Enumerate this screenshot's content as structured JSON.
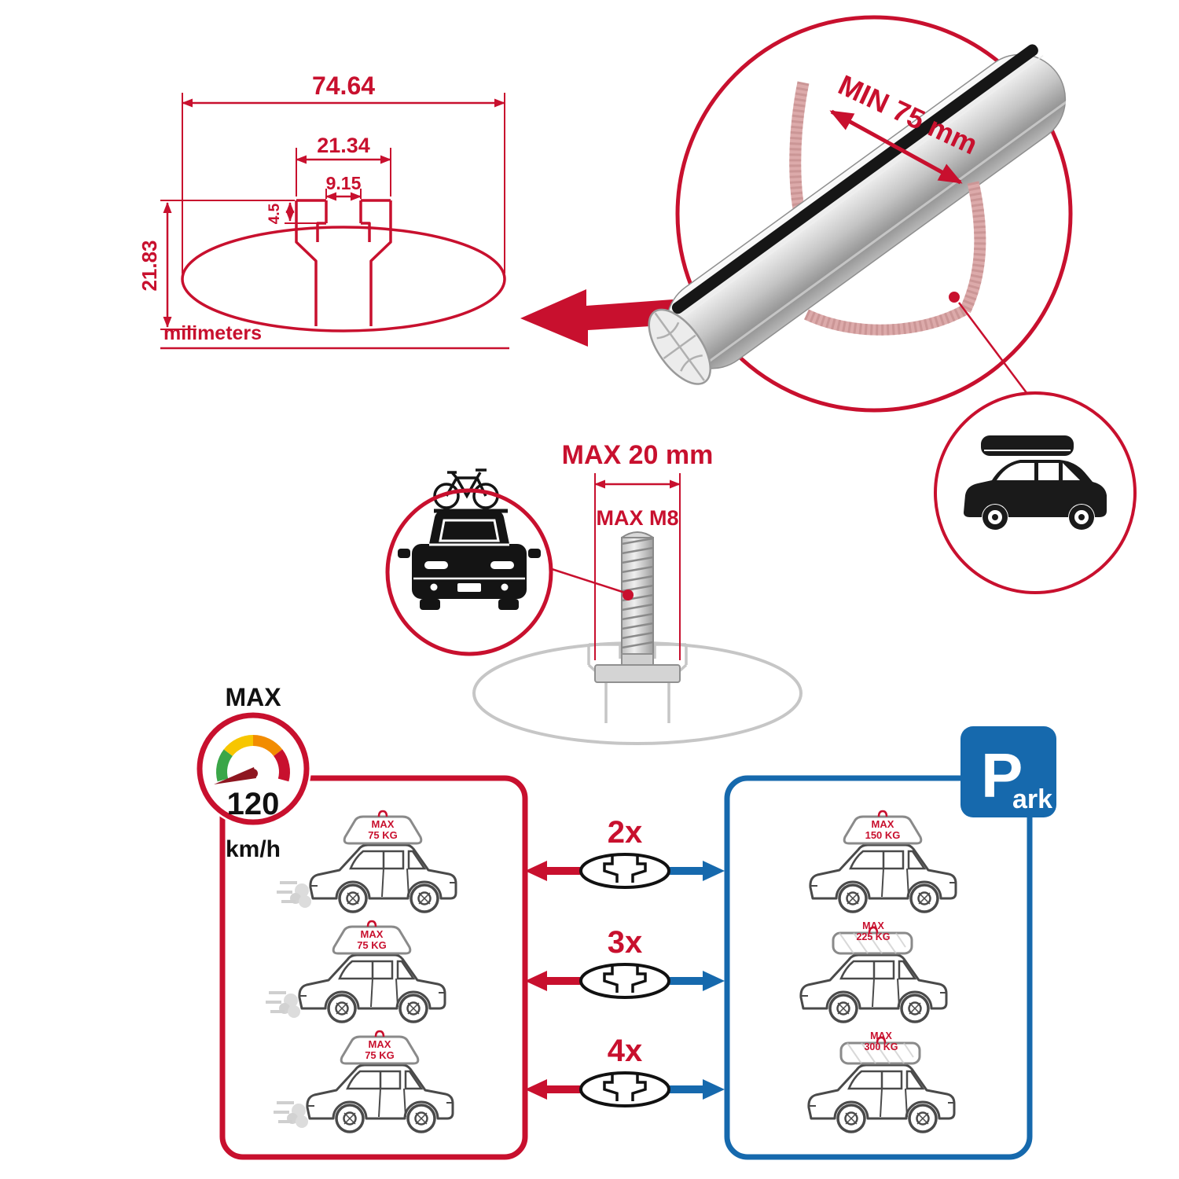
{
  "colors": {
    "accent_red": "#C8102E",
    "accent_blue": "#1669AD",
    "line_dark": "#1a1a1a",
    "faded_gray": "#c6c6c6"
  },
  "cross_section": {
    "total_width": "74.64",
    "channel_width": "21.34",
    "slot_width": "9.15",
    "lip_height": "4.5",
    "total_height": "21.83",
    "units": "milimeters"
  },
  "bar_inset": {
    "min_clearance": "MIN 75 mm"
  },
  "bolt_inset": {
    "max_width": "MAX 20 mm",
    "max_bolt": "MAX M8"
  },
  "speed": {
    "label": "MAX",
    "value": "120",
    "units": "km/h"
  },
  "park_sign": {
    "letter": "P",
    "suffix": "ark"
  },
  "driving_cars": [
    {
      "line1": "MAX",
      "line2": "75 KG"
    },
    {
      "line1": "MAX",
      "line2": "75 KG"
    },
    {
      "line1": "MAX",
      "line2": "75 KG"
    }
  ],
  "parked_cars": [
    {
      "line1": "MAX",
      "line2": "150 KG"
    },
    {
      "line1": "MAX",
      "line2": "225 KG"
    },
    {
      "line1": "MAX",
      "line2": "300 KG"
    }
  ],
  "bar_quantities": [
    {
      "label": "2x"
    },
    {
      "label": "3x"
    },
    {
      "label": "4x"
    }
  ]
}
